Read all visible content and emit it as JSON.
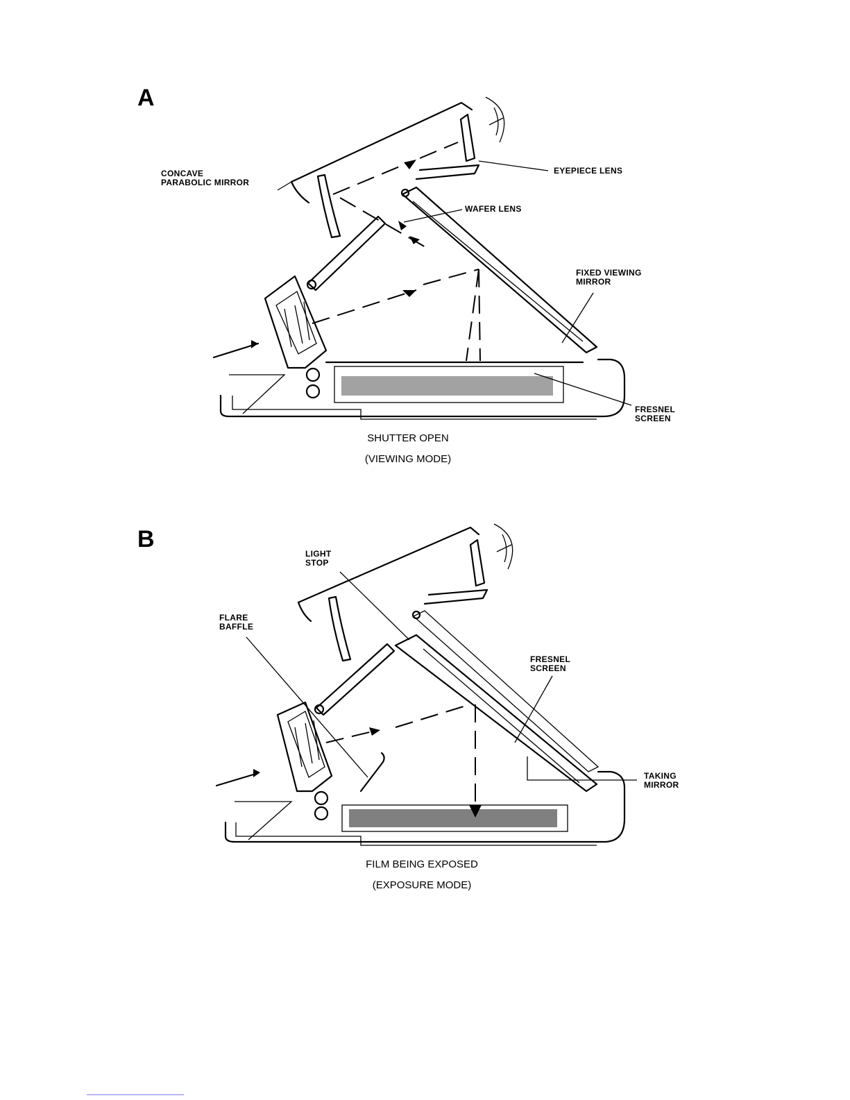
{
  "panel_a": {
    "letter": "A",
    "labels": {
      "concave_mirror": "CONCAVE\nPARABOLIC MIRROR",
      "eyepiece_lens": "EYEPIECE LENS",
      "wafer_lens": "WAFER LENS",
      "fixed_viewing_mirror": "FIXED VIEWING\nMIRROR",
      "fresnel_screen": "FRESNEL\nSCREEN"
    },
    "caption_line1": "SHUTTER OPEN",
    "caption_line2": "(VIEWING MODE)"
  },
  "panel_b": {
    "letter": "B",
    "labels": {
      "light_stop": "LIGHT\nSTOP",
      "flare_baffle": "FLARE\nBAFFLE",
      "fresnel_screen": "FRESNEL\nSCREEN",
      "taking_mirror": "TAKING\nMIRROR"
    },
    "caption_line1": "FILM BEING EXPOSED",
    "caption_line2": "(EXPOSURE MODE)"
  }
}
